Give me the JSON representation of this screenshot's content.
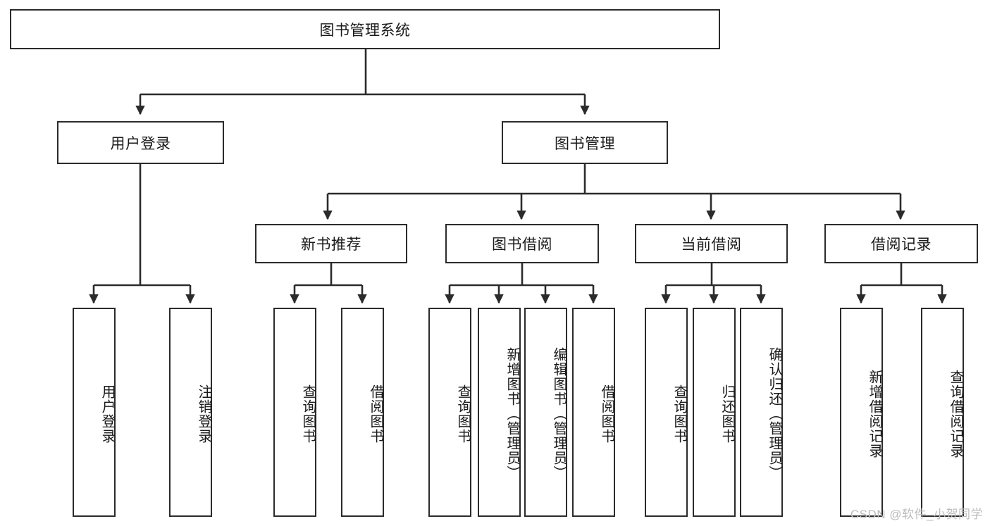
{
  "diagram": {
    "type": "tree-hierarchy",
    "title": "图书管理系统",
    "watermark": "CSDN @软件_小贺同学",
    "colors": {
      "box_border": "#2b2b2b",
      "box_fill": "#ffffff",
      "connector": "#2b2b2b",
      "text": "#1a1a1a",
      "watermark": "#bcbcbc"
    },
    "root": {
      "label": "图书管理系统"
    },
    "level1": [
      {
        "label": "用户登录"
      },
      {
        "label": "图书管理"
      }
    ],
    "level2": [
      {
        "label": "新书推荐",
        "parent": "图书管理"
      },
      {
        "label": "图书借阅",
        "parent": "图书管理"
      },
      {
        "label": "当前借阅",
        "parent": "图书管理"
      },
      {
        "label": "借阅记录",
        "parent": "图书管理"
      }
    ],
    "leaves": {
      "用户登录": [
        {
          "label": "用户登录"
        },
        {
          "label": "注销登录"
        }
      ],
      "新书推荐": [
        {
          "label": "查询图书"
        },
        {
          "label": "借阅图书"
        }
      ],
      "图书借阅": [
        {
          "label": "查询图书"
        },
        {
          "label": "新增图书（管理员）"
        },
        {
          "label": "编辑图书（管理员）"
        },
        {
          "label": "借阅图书"
        }
      ],
      "当前借阅": [
        {
          "label": "查询图书"
        },
        {
          "label": "归还图书"
        },
        {
          "label": "确认归还（管理员）"
        }
      ],
      "借阅记录": [
        {
          "label": "新增借阅记录"
        },
        {
          "label": "查询借阅记录"
        }
      ]
    }
  }
}
